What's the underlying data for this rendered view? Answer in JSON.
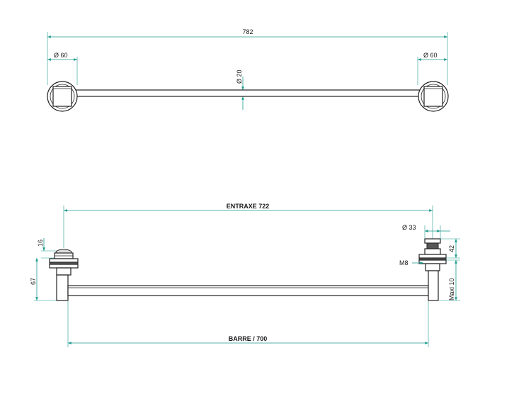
{
  "colors": {
    "dimension": "#1f9a8e",
    "outline": "#222222",
    "background": "#ffffff"
  },
  "top_view": {
    "overall_length": "782",
    "left_rosette_diameter": "Ø 60",
    "right_rosette_diameter": "Ø 60",
    "bar_diameter": "Ø 20"
  },
  "front_view": {
    "center_distance": "ENTRAXE 722",
    "bar_length": "BARRE / 700",
    "left_cap_height": "16",
    "left_total_height": "67",
    "right_cap_diameter": "Ø 33",
    "thread": "M8",
    "right_height": "42",
    "max_glass": "Maxi 10"
  }
}
